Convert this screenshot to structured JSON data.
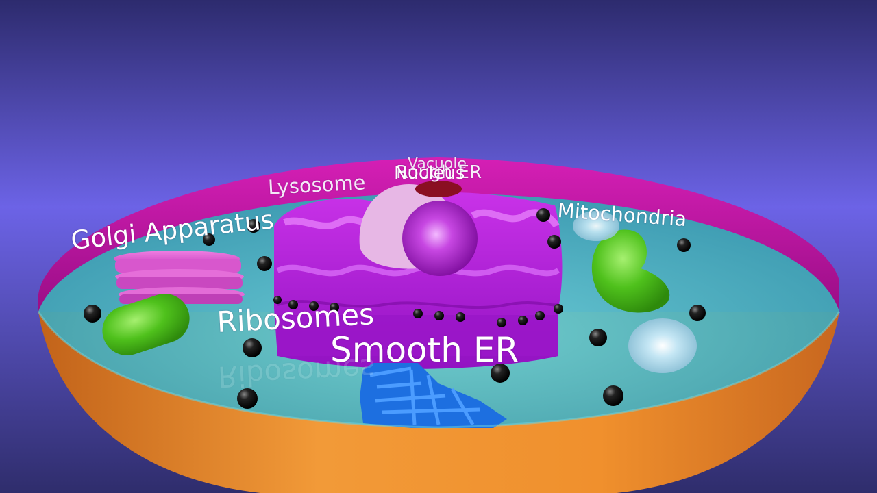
{
  "scene": {
    "labels": {
      "golgi": "Golgi Apparatus",
      "lysosome": "Lysosome",
      "vacuole": "Vacuole",
      "rough_er": "Rough ER",
      "nucleus": "Nucleus",
      "mitochondria": "Mitochondria",
      "ribosomes": "Ribosomes",
      "smooth_er": "Smooth ER"
    },
    "colors": {
      "background_top": "#2d2b6e",
      "background_mid": "#6c63e6",
      "background_bottom": "#2f2d6c",
      "membrane": "#c015a4",
      "cytoplasm": "#4fb8c4",
      "cell_wall_outer": "#f0922e",
      "rough_er": "#b020d8",
      "golgi": "#e05ad6",
      "mitochondria": "#52c41e",
      "smooth_er": "#1d6fe0",
      "vacuole": "#b8e0f0",
      "nucleus": "#c44be0",
      "lysosome": "#e8b8e6",
      "ribosome": "#111111"
    }
  }
}
